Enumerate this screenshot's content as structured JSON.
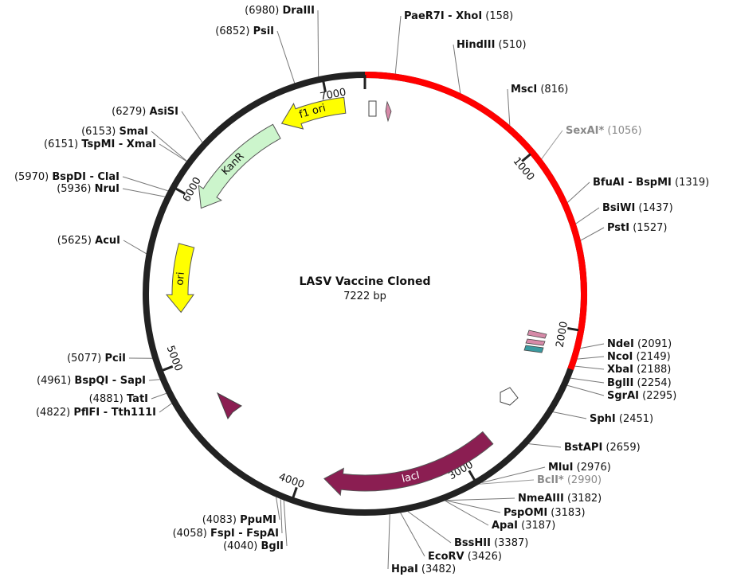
{
  "plasmid": {
    "title": "LASV Vaccine Cloned",
    "length_label": "7222 bp",
    "length": 7222,
    "backbone_color": "#222222",
    "insert_color": "#ff0000",
    "insert_range": [
      0,
      2210
    ]
  },
  "scale_ticks": [
    {
      "label": "1000",
      "position": 1000
    },
    {
      "label": "2000",
      "position": 2000
    },
    {
      "label": "3000",
      "position": 3000
    },
    {
      "label": "4000",
      "position": 4000
    },
    {
      "label": "5000",
      "position": 5000
    },
    {
      "label": "6000",
      "position": 6000
    },
    {
      "label": "7000",
      "position": 7000
    }
  ],
  "features": [
    {
      "name": "f1 ori",
      "start": 7100,
      "end": 6700,
      "color": "#ffff00",
      "dark_label": true
    },
    {
      "name": "KanR",
      "start": 6650,
      "end": 5970,
      "color": "#ccf5cc",
      "dark_label": true
    },
    {
      "name": "ori",
      "start": 5720,
      "end": 5300,
      "color": "#ffff00",
      "dark_label": true
    },
    {
      "name": "lacI",
      "start": 2800,
      "end": 3860,
      "color": "#8b1e52",
      "dark_label": false
    }
  ],
  "small_feature_colors": {
    "promoter": "#ffffff",
    "lacO": "#d68aa8",
    "rbs": "#3a9aa0",
    "misc": "#8b1e52"
  },
  "sites": [
    {
      "name": "PaeR7I - XhoI",
      "pos": "(158)",
      "side": "right"
    },
    {
      "name": "HindIII",
      "pos": "(510)",
      "side": "right"
    },
    {
      "name": "MscI",
      "pos": "(816)",
      "side": "right"
    },
    {
      "name": "SexAI*",
      "pos": "(1056)",
      "side": "right",
      "dim": true
    },
    {
      "name": "BfuAI - BspMI",
      "pos": "(1319)",
      "side": "right"
    },
    {
      "name": "BsiWI",
      "pos": "(1437)",
      "side": "right"
    },
    {
      "name": "PstI",
      "pos": "(1527)",
      "side": "right"
    },
    {
      "name": "NdeI",
      "pos": "(2091)",
      "side": "right"
    },
    {
      "name": "NcoI",
      "pos": "(2149)",
      "side": "right"
    },
    {
      "name": "XbaI",
      "pos": "(2188)",
      "side": "right"
    },
    {
      "name": "BglII",
      "pos": "(2254)",
      "side": "right"
    },
    {
      "name": "SgrAI",
      "pos": "(2295)",
      "side": "right"
    },
    {
      "name": "SphI",
      "pos": "(2451)",
      "side": "right"
    },
    {
      "name": "BstAPI",
      "pos": "(2659)",
      "side": "right"
    },
    {
      "name": "MluI",
      "pos": "(2976)",
      "side": "right"
    },
    {
      "name": "BclI*",
      "pos": "(2990)",
      "side": "right",
      "dim": true
    },
    {
      "name": "NmeAIII",
      "pos": "(3182)",
      "side": "right"
    },
    {
      "name": "PspOMI",
      "pos": "(3183)",
      "side": "right"
    },
    {
      "name": "ApaI",
      "pos": "(3187)",
      "side": "right"
    },
    {
      "name": "BssHII",
      "pos": "(3387)",
      "side": "right"
    },
    {
      "name": "EcoRV",
      "pos": "(3426)",
      "side": "right"
    },
    {
      "name": "HpaI",
      "pos": "(3482)",
      "side": "right"
    },
    {
      "name": "BglI",
      "pos": "(4040)",
      "side": "left"
    },
    {
      "name": "FspI - FspAI",
      "pos": "(4058)",
      "side": "left"
    },
    {
      "name": "PpuMI",
      "pos": "(4083)",
      "side": "left"
    },
    {
      "name": "PflFI - Tth111I",
      "pos": "(4822)",
      "side": "left"
    },
    {
      "name": "TatI",
      "pos": "(4881)",
      "side": "left"
    },
    {
      "name": "BspQI - SapI",
      "pos": "(4961)",
      "side": "left"
    },
    {
      "name": "PciI",
      "pos": "(5077)",
      "side": "left"
    },
    {
      "name": "AcuI",
      "pos": "(5625)",
      "side": "left"
    },
    {
      "name": "NruI",
      "pos": "(5936)",
      "side": "left"
    },
    {
      "name": "BspDI - ClaI",
      "pos": "(5970)",
      "side": "left"
    },
    {
      "name": "TspMI - XmaI",
      "pos": "(6151)",
      "side": "left"
    },
    {
      "name": "SmaI",
      "pos": "(6153)",
      "side": "left"
    },
    {
      "name": "AsiSI",
      "pos": "(6279)",
      "side": "left"
    },
    {
      "name": "PsiI",
      "pos": "(6852)",
      "side": "left"
    },
    {
      "name": "DraIII",
      "pos": "(6980)",
      "side": "left"
    }
  ]
}
